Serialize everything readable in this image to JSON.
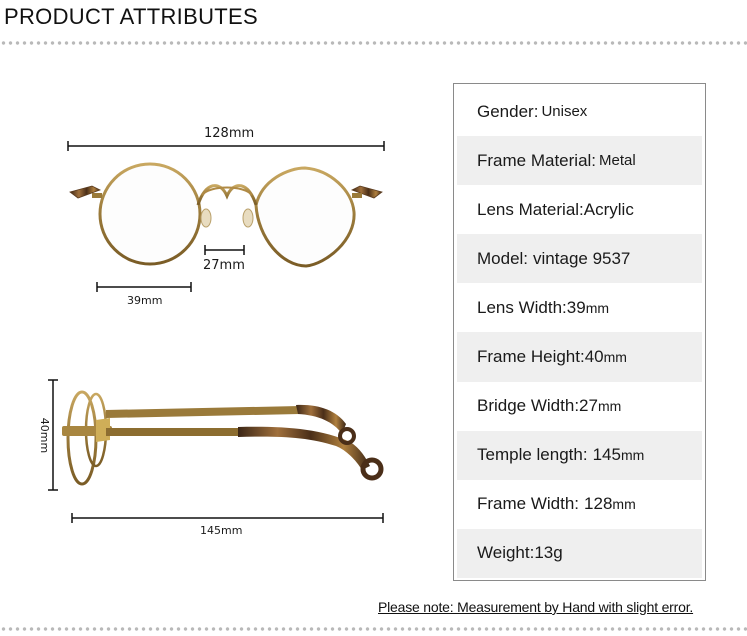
{
  "header": {
    "title": "PRODUCT ATTRIBUTES"
  },
  "diagram": {
    "front_width": "128mm",
    "bridge": "27mm",
    "lens_width": "39mm",
    "height": "40mm",
    "temple": "145mm"
  },
  "attributes": [
    {
      "label": "Gender:",
      "value": "Unisex",
      "unit": ""
    },
    {
      "label": "Frame Material:",
      "value": "Metal",
      "unit": ""
    },
    {
      "label": "Lens Material:",
      "value": "Acrylic",
      "unit": ""
    },
    {
      "label": "Model:",
      "value": "vintage 9537",
      "unit": ""
    },
    {
      "label": "Lens Width:",
      "value": "39",
      "unit": "mm"
    },
    {
      "label": "Frame Height:",
      "value": "40",
      "unit": "mm"
    },
    {
      "label": "Bridge Width:",
      "value": "27",
      "unit": "mm"
    },
    {
      "label": "Temple length:",
      "value": "145",
      "unit": "mm"
    },
    {
      "label": "Frame Width:",
      "value": "128",
      "unit": "mm"
    },
    {
      "label": "Weight:",
      "value": "13g",
      "unit": ""
    }
  ],
  "note": "Please note: Measurement by Hand with slight error.",
  "colors": {
    "frame": "#9a7a3a",
    "tortoise": "#6b4a2a",
    "border": "#8a8a8a",
    "shade": "#efefef"
  }
}
